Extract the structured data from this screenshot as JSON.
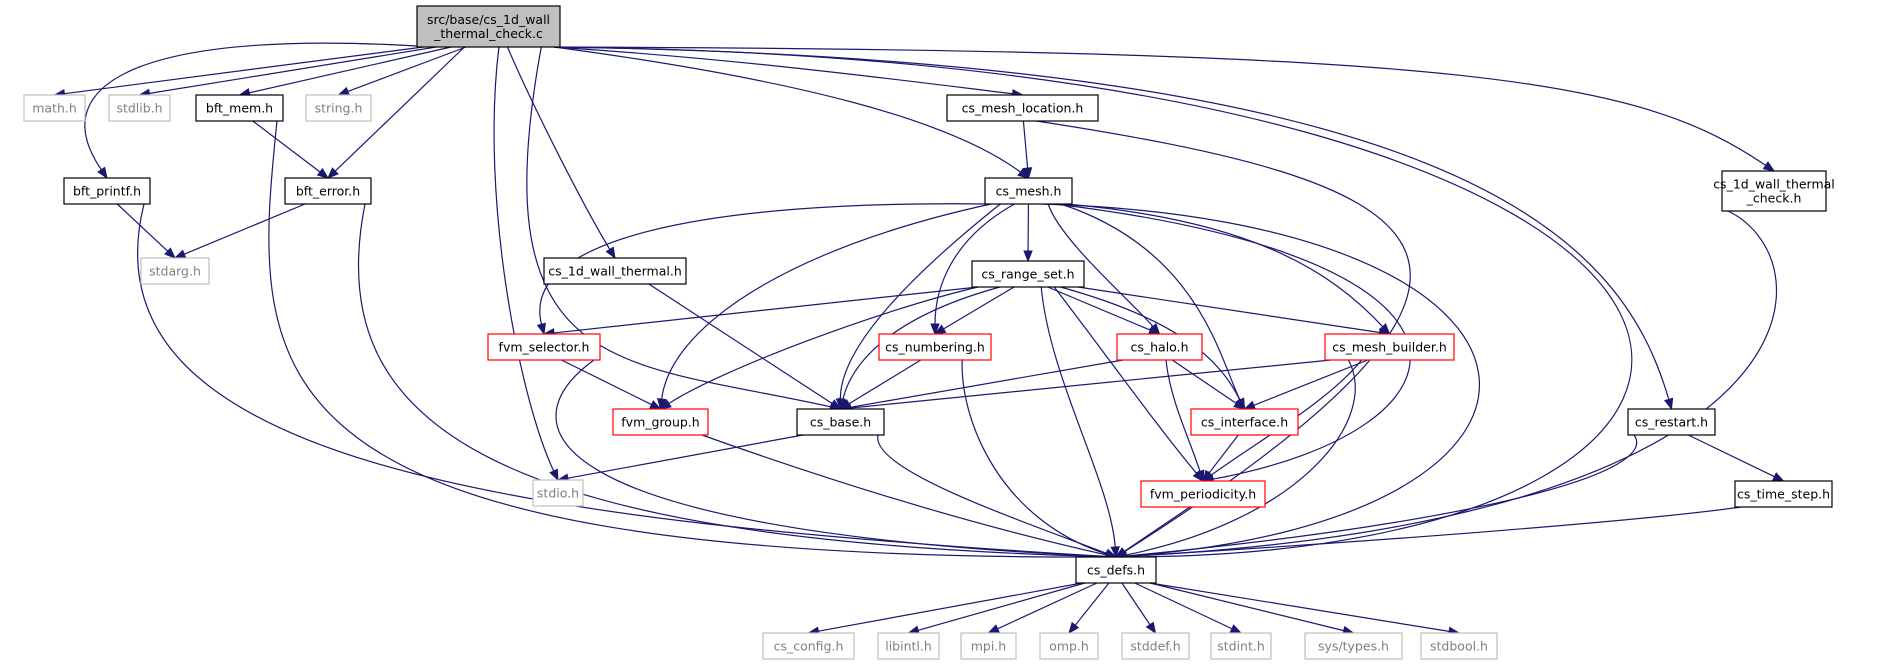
{
  "graph": {
    "root": "src/base/cs_1d_wall_thermal_check.c",
    "colors": {
      "edge": "#191970",
      "node_border": "#000000",
      "node_border_external": "#bfbfbf",
      "node_border_incomplete": "#ff0000",
      "root_fill": "#bfbfbf",
      "text": "#000000",
      "text_external": "#808080"
    },
    "nodes": {
      "root": {
        "lines": [
          "src/base/cs_1d_wall",
          "_thermal_check.c"
        ],
        "kind": "root"
      },
      "math": {
        "lines": [
          "math.h"
        ],
        "kind": "external"
      },
      "stdlib": {
        "lines": [
          "stdlib.h"
        ],
        "kind": "external"
      },
      "bft_mem": {
        "lines": [
          "bft_mem.h"
        ],
        "kind": "normal"
      },
      "string": {
        "lines": [
          "string.h"
        ],
        "kind": "external"
      },
      "mesh_location": {
        "lines": [
          "cs_mesh_location.h"
        ],
        "kind": "normal"
      },
      "bft_printf": {
        "lines": [
          "bft_printf.h"
        ],
        "kind": "normal"
      },
      "bft_error": {
        "lines": [
          "bft_error.h"
        ],
        "kind": "normal"
      },
      "mesh": {
        "lines": [
          "cs_mesh.h"
        ],
        "kind": "normal"
      },
      "wall_check_h": {
        "lines": [
          "cs_1d_wall_thermal",
          "_check.h"
        ],
        "kind": "normal"
      },
      "stdarg": {
        "lines": [
          "stdarg.h"
        ],
        "kind": "external"
      },
      "wall_thermal": {
        "lines": [
          "cs_1d_wall_thermal.h"
        ],
        "kind": "normal"
      },
      "range_set": {
        "lines": [
          "cs_range_set.h"
        ],
        "kind": "normal"
      },
      "fvm_selector": {
        "lines": [
          "fvm_selector.h"
        ],
        "kind": "incomplete"
      },
      "numbering": {
        "lines": [
          "cs_numbering.h"
        ],
        "kind": "incomplete"
      },
      "halo": {
        "lines": [
          "cs_halo.h"
        ],
        "kind": "incomplete"
      },
      "mesh_builder": {
        "lines": [
          "cs_mesh_builder.h"
        ],
        "kind": "incomplete"
      },
      "fvm_group": {
        "lines": [
          "fvm_group.h"
        ],
        "kind": "incomplete"
      },
      "base": {
        "lines": [
          "cs_base.h"
        ],
        "kind": "normal"
      },
      "interface": {
        "lines": [
          "cs_interface.h"
        ],
        "kind": "incomplete"
      },
      "restart": {
        "lines": [
          "cs_restart.h"
        ],
        "kind": "normal"
      },
      "stdio": {
        "lines": [
          "stdio.h"
        ],
        "kind": "external"
      },
      "periodicity": {
        "lines": [
          "fvm_periodicity.h"
        ],
        "kind": "incomplete"
      },
      "time_step": {
        "lines": [
          "cs_time_step.h"
        ],
        "kind": "normal"
      },
      "defs": {
        "lines": [
          "cs_defs.h"
        ],
        "kind": "normal"
      },
      "config": {
        "lines": [
          "cs_config.h"
        ],
        "kind": "external"
      },
      "libintl": {
        "lines": [
          "libintl.h"
        ],
        "kind": "external"
      },
      "mpi": {
        "lines": [
          "mpi.h"
        ],
        "kind": "external"
      },
      "omp": {
        "lines": [
          "omp.h"
        ],
        "kind": "external"
      },
      "stddef": {
        "lines": [
          "stddef.h"
        ],
        "kind": "external"
      },
      "stdint": {
        "lines": [
          "stdint.h"
        ],
        "kind": "external"
      },
      "systypes": {
        "lines": [
          "sys/types.h"
        ],
        "kind": "external"
      },
      "stdbool": {
        "lines": [
          "stdbool.h"
        ],
        "kind": "external"
      }
    },
    "edges": [
      [
        "root",
        "math"
      ],
      [
        "root",
        "stdlib"
      ],
      [
        "root",
        "bft_mem"
      ],
      [
        "root",
        "string"
      ],
      [
        "root",
        "mesh_location"
      ],
      [
        "root",
        "bft_printf"
      ],
      [
        "root",
        "bft_error"
      ],
      [
        "root",
        "mesh"
      ],
      [
        "root",
        "wall_check_h"
      ],
      [
        "root",
        "wall_thermal"
      ],
      [
        "root",
        "base"
      ],
      [
        "root",
        "restart"
      ],
      [
        "root",
        "stdio"
      ],
      [
        "root",
        "defs"
      ],
      [
        "bft_mem",
        "bft_error"
      ],
      [
        "bft_mem",
        "defs"
      ],
      [
        "bft_printf",
        "stdarg"
      ],
      [
        "bft_printf",
        "defs"
      ],
      [
        "bft_error",
        "stdarg"
      ],
      [
        "bft_error",
        "defs"
      ],
      [
        "mesh_location",
        "mesh"
      ],
      [
        "mesh_location",
        "defs"
      ],
      [
        "wall_check_h",
        "defs"
      ],
      [
        "mesh",
        "range_set"
      ],
      [
        "mesh",
        "fvm_selector"
      ],
      [
        "mesh",
        "numbering"
      ],
      [
        "mesh",
        "halo"
      ],
      [
        "mesh",
        "mesh_builder"
      ],
      [
        "mesh",
        "fvm_group"
      ],
      [
        "mesh",
        "base"
      ],
      [
        "mesh",
        "interface"
      ],
      [
        "mesh",
        "periodicity"
      ],
      [
        "mesh",
        "defs"
      ],
      [
        "wall_thermal",
        "base"
      ],
      [
        "range_set",
        "fvm_selector"
      ],
      [
        "range_set",
        "numbering"
      ],
      [
        "range_set",
        "halo"
      ],
      [
        "range_set",
        "mesh_builder"
      ],
      [
        "range_set",
        "fvm_group"
      ],
      [
        "range_set",
        "base"
      ],
      [
        "range_set",
        "interface"
      ],
      [
        "range_set",
        "periodicity"
      ],
      [
        "range_set",
        "defs"
      ],
      [
        "fvm_selector",
        "fvm_group"
      ],
      [
        "fvm_selector",
        "defs"
      ],
      [
        "numbering",
        "base"
      ],
      [
        "numbering",
        "defs"
      ],
      [
        "halo",
        "base"
      ],
      [
        "halo",
        "interface"
      ],
      [
        "halo",
        "periodicity"
      ],
      [
        "mesh_builder",
        "base"
      ],
      [
        "mesh_builder",
        "interface"
      ],
      [
        "mesh_builder",
        "periodicity"
      ],
      [
        "mesh_builder",
        "defs"
      ],
      [
        "fvm_group",
        "defs"
      ],
      [
        "base",
        "stdio"
      ],
      [
        "base",
        "defs"
      ],
      [
        "interface",
        "periodicity"
      ],
      [
        "periodicity",
        "defs"
      ],
      [
        "restart",
        "time_step"
      ],
      [
        "restart",
        "defs"
      ],
      [
        "time_step",
        "defs"
      ],
      [
        "defs",
        "config"
      ],
      [
        "defs",
        "libintl"
      ],
      [
        "defs",
        "mpi"
      ],
      [
        "defs",
        "omp"
      ],
      [
        "defs",
        "stddef"
      ],
      [
        "defs",
        "stdint"
      ],
      [
        "defs",
        "systypes"
      ],
      [
        "defs",
        "stdbool"
      ]
    ]
  }
}
